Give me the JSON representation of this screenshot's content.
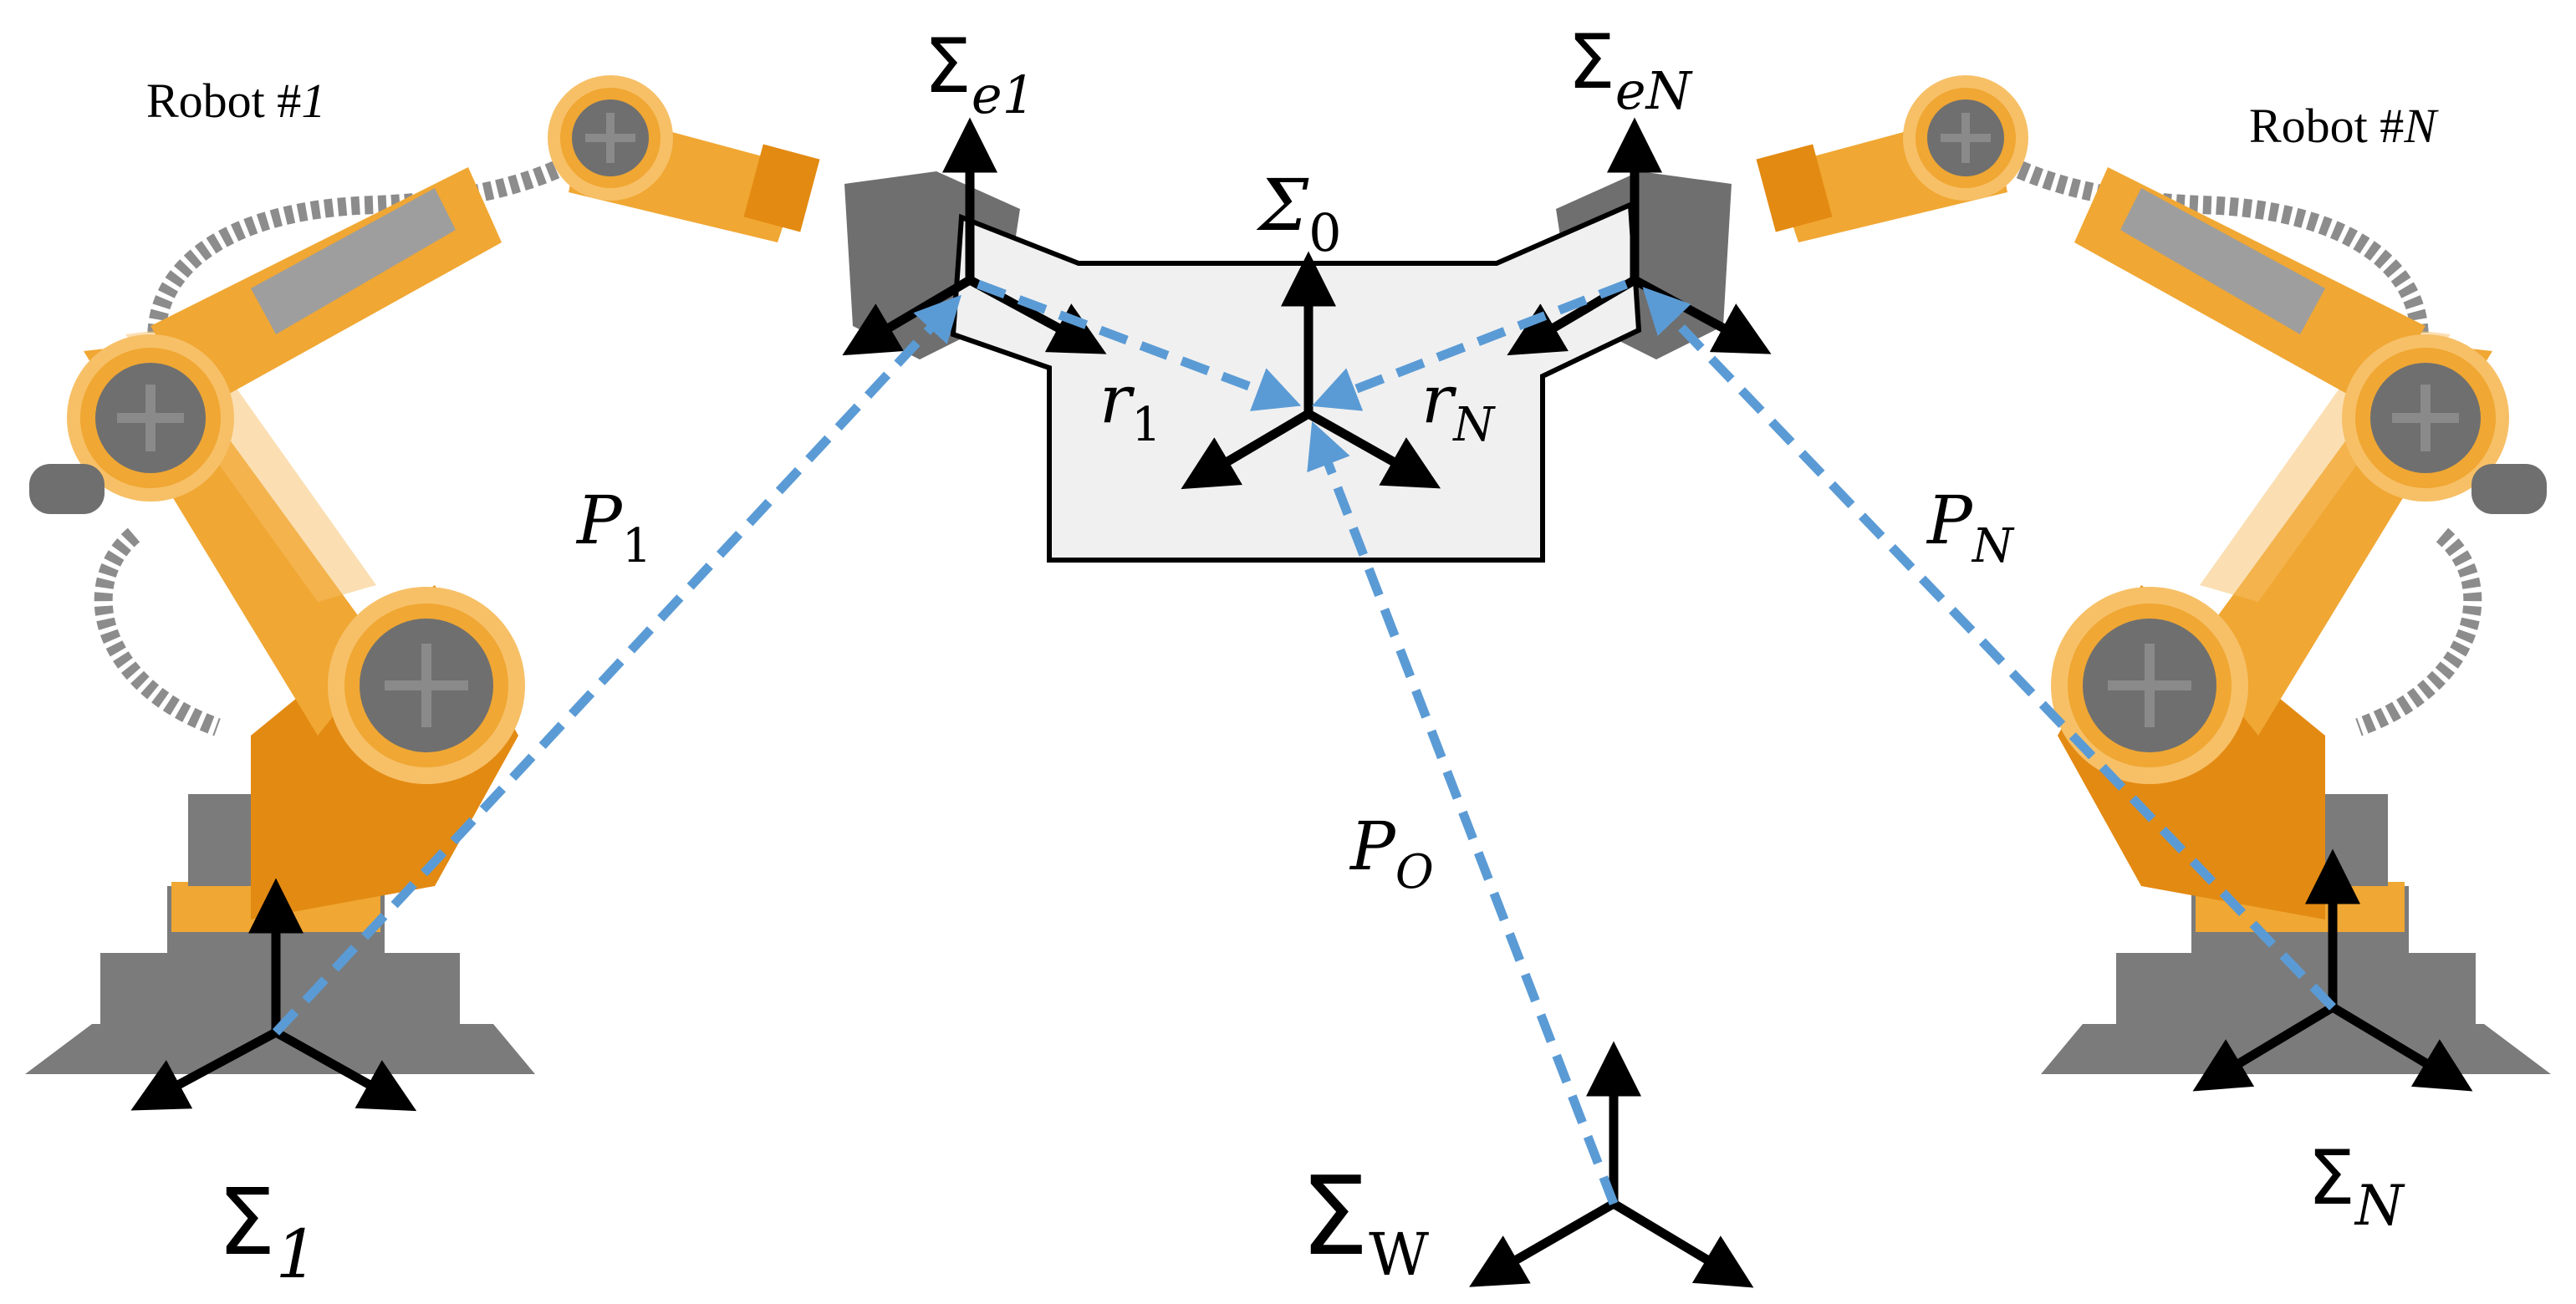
{
  "robots": {
    "left_label_prefix": "Robot #",
    "left_label_index": "1",
    "right_label_prefix": "Robot #",
    "right_label_index": "N"
  },
  "frames": {
    "sigma_symbol": "Σ",
    "base_left_sub": "1",
    "base_right_sub": "N",
    "end_effector_left_sub": "e1",
    "end_effector_right_sub": "eN",
    "object_symbol": "Σ",
    "object_sub": "0",
    "world_sub": "W"
  },
  "vectors": {
    "p1_symbol": "P",
    "p1_sub": "1",
    "pn_symbol": "P",
    "pn_sub": "N",
    "po_symbol": "P",
    "po_sub": "O",
    "r1_symbol": "r",
    "r1_sub": "1",
    "rn_symbol": "r",
    "rn_sub": "N"
  },
  "colors": {
    "robot_orange": "#f0a733",
    "robot_orange_dark": "#e38a12",
    "robot_orange_light": "#f7c067",
    "robot_gray": "#7b7b7b",
    "robot_gray_dark": "#5e5e5e",
    "vector_blue": "#5b9bd5",
    "object_fill": "#f0f0f0"
  }
}
